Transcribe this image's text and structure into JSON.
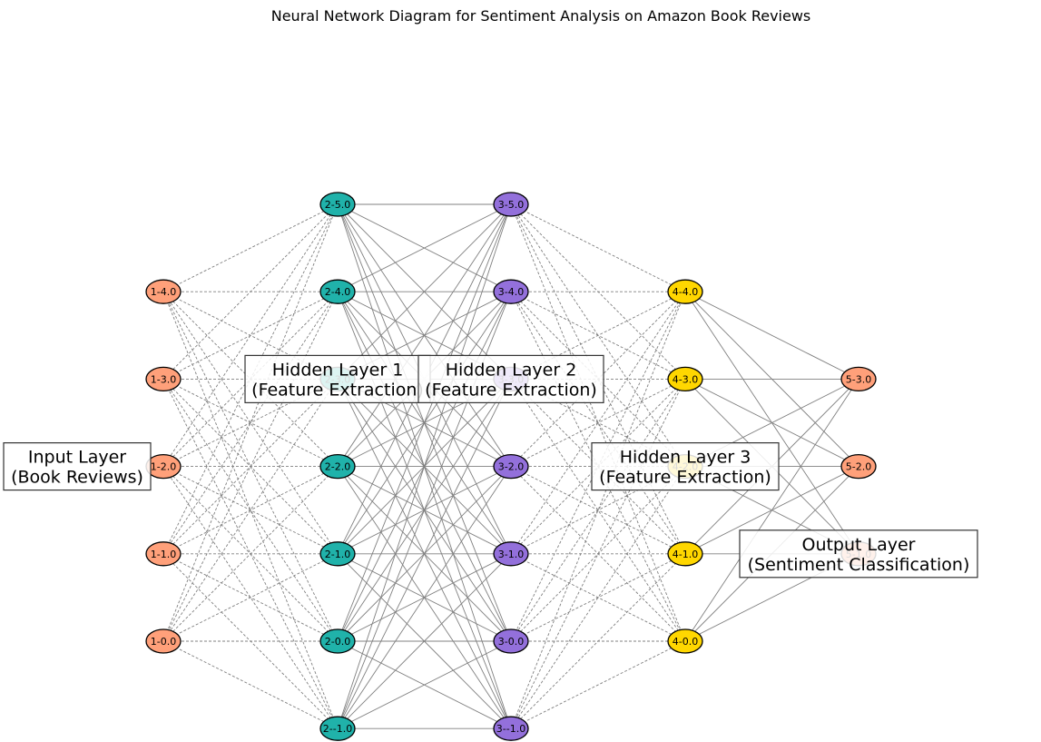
{
  "title": "Neural Network Diagram for Sentiment Analysis on Amazon Book Reviews",
  "colors": {
    "input": "#FFA07A",
    "hidden1": "#20B2AA",
    "hidden2": "#9370DB",
    "hidden3": "#FFD700",
    "output": "#FFA07A",
    "edge": "#808080",
    "node_stroke": "#000000"
  },
  "layers": [
    {
      "id": "input",
      "label_lines": [
        "Input Layer",
        "(Book Reviews)"
      ],
      "color_key": "input",
      "nodes": [
        "1-0.0",
        "1-1.0",
        "1-2.0",
        "1-3.0",
        "1-4.0"
      ]
    },
    {
      "id": "hidden1",
      "label_lines": [
        "Hidden Layer 1",
        "(Feature Extraction)"
      ],
      "color_key": "hidden1",
      "nodes": [
        "2--1.0",
        "2-0.0",
        "2-1.0",
        "2-2.0",
        "2-3.0",
        "2-4.0",
        "2-5.0"
      ]
    },
    {
      "id": "hidden2",
      "label_lines": [
        "Hidden Layer 2",
        "(Feature Extraction)"
      ],
      "color_key": "hidden2",
      "nodes": [
        "3--1.0",
        "3-0.0",
        "3-1.0",
        "3-2.0",
        "3-3.0",
        "3-4.0",
        "3-5.0"
      ]
    },
    {
      "id": "hidden3",
      "label_lines": [
        "Hidden Layer 3",
        "(Feature Extraction)"
      ],
      "color_key": "hidden3",
      "nodes": [
        "4-0.0",
        "4-1.0",
        "4-2.0",
        "4-3.0",
        "4-4.0"
      ]
    },
    {
      "id": "output",
      "label_lines": [
        "Output Layer",
        "(Sentiment Classification)"
      ],
      "color_key": "output",
      "nodes": [
        "5-1.0",
        "5-2.0",
        "5-3.0"
      ]
    }
  ]
}
